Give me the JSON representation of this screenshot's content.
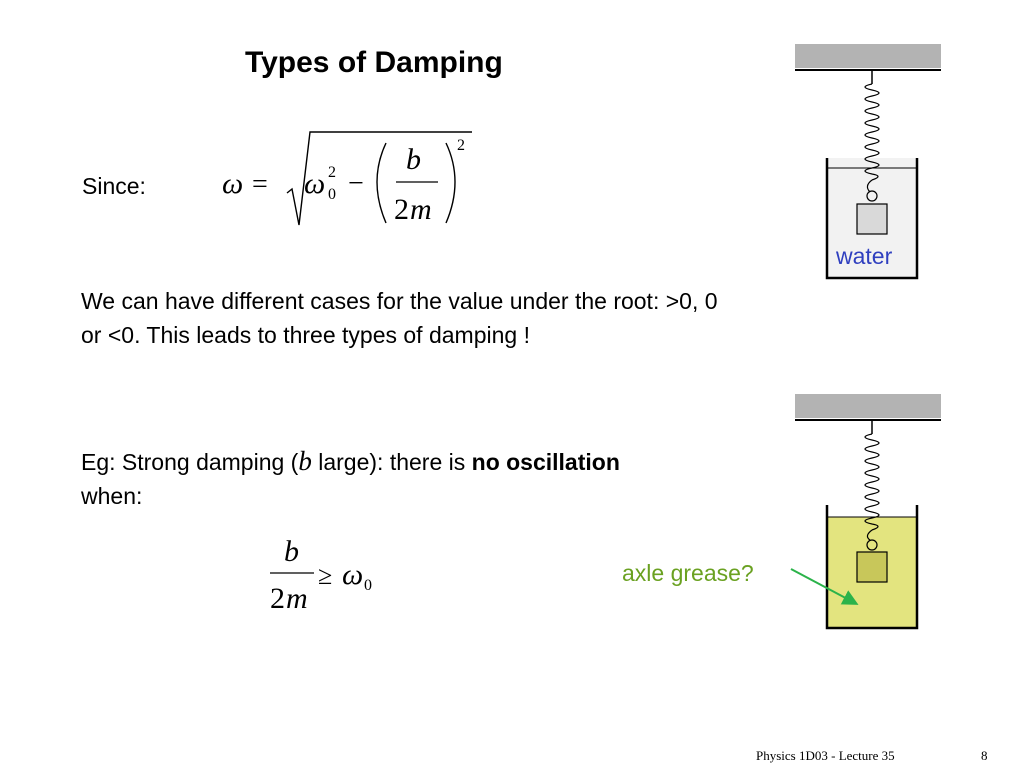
{
  "slide": {
    "title": "Types of Damping",
    "since_label": "Since:",
    "paragraph": "We can have different cases for the value under the root: >0, 0 or <0.  This leads to three types of damping !",
    "example": {
      "prefix": "Eg: Strong damping (",
      "b": "b",
      "mid": " large):  there is ",
      "bold": "no oscillation",
      "suffix": " when:"
    }
  },
  "equations": {
    "omega_formula": {
      "lhs": "ω",
      "eq": "=",
      "omega0": "ω",
      "sub0": "0",
      "sup2": "2",
      "minus": "−",
      "num": "b",
      "den_coef": "2",
      "den_var": "m",
      "outer_sup": "2"
    },
    "condition": {
      "num": "b",
      "den_coef": "2",
      "den_var": "m",
      "geq": "≥",
      "omega": "ω",
      "sub0": "0"
    }
  },
  "diagrams": {
    "top": {
      "liquid_label": "water",
      "label_color": "#2f3fbf",
      "fill": "#f2f2f2"
    },
    "bottom": {
      "liquid_label": "axle grease?",
      "label_color": "#6aa121",
      "fill": "#e3e47f",
      "arrow_color": "#2bb34a"
    }
  },
  "footer": {
    "course": "Physics 1D03 - Lecture 35",
    "page": "8"
  }
}
